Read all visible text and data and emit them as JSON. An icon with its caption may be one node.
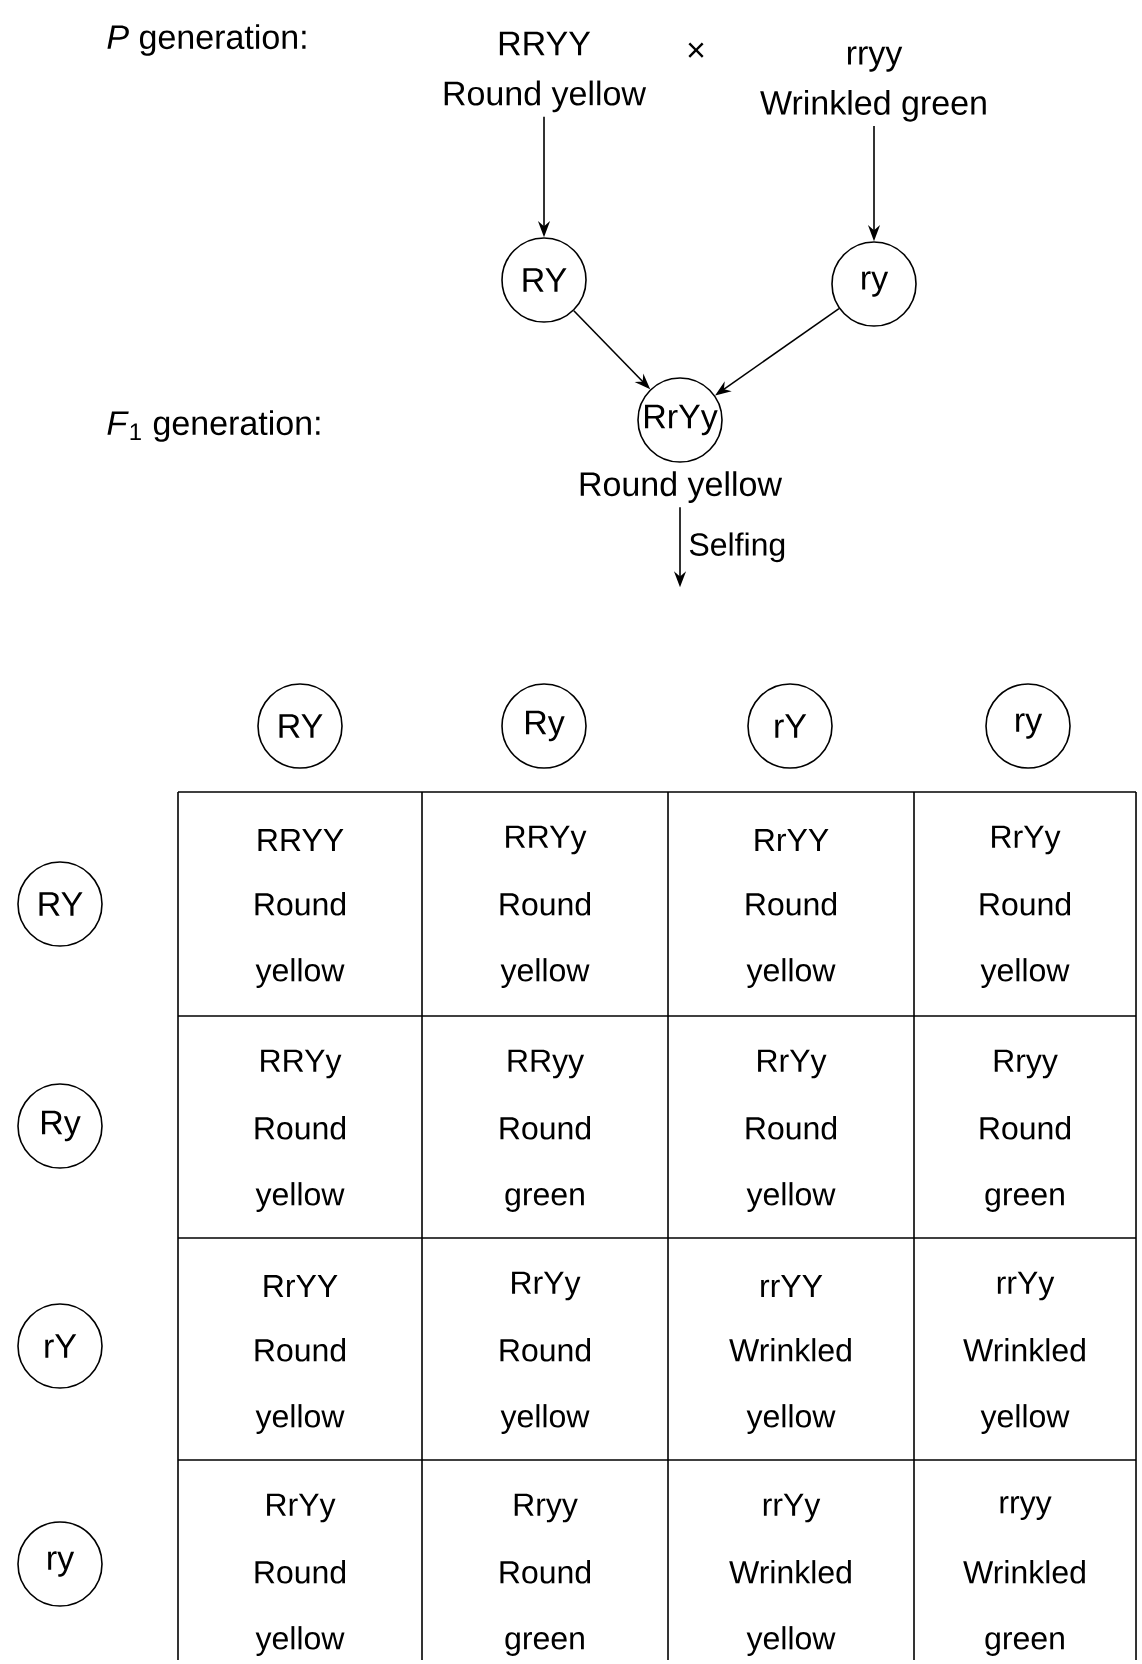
{
  "diagram": {
    "nodes": [
      {
        "text": [
          "RRYY",
          "Round yellow"
        ]
      },
      {
        "text": [
          "rryy",
          "Wrinkled green"
        ]
      },
      {
        "text": [
          "RY"
        ]
      },
      {
        "text": [
          "ry"
        ]
      },
      {
        "text": [
          "RrYy"
        ],
        "beside": [
          "Round yellow"
        ]
      },
      {
        "text": [
          "RY"
        ]
      },
      {
        "text": [
          "Ry"
        ]
      },
      {
        "text": [
          "rY"
        ]
      },
      {
        "text": [
          "ry"
        ]
      },
      {
        "text": [
          "RY"
        ]
      },
      {
        "text": [
          "Ry"
        ]
      },
      {
        "text": [
          "rY"
        ]
      },
      {
        "text": [
          "ry"
        ]
      }
    ],
    "edges": [
      {
        "from": 0,
        "to": 2,
        "arrow": "to"
      },
      {
        "from": 1,
        "to": 3,
        "arrow": "to"
      },
      {
        "from": 2,
        "to": 4,
        "arrow": "to"
      },
      {
        "from": 3,
        "to": 4,
        "arrow": "to"
      },
      {
        "from": 4,
        "to": null,
        "arrow": "to",
        "label": "Selfing"
      }
    ],
    "labels": [
      "*P* generation:",
      "×",
      "*F*$_{1}$ generation:",
      "RRYY",
      "Round yellow",
      "RRYy",
      "Round yellow",
      "RrYY",
      "Round yellow",
      "RrYy",
      "Round yellow",
      "RRYy",
      "Round yellow",
      "RRyy",
      "Round green",
      "RrYy",
      "Round yellow",
      "Rryy",
      "Round green",
      "RrYY",
      "Round yellow",
      "RrYy",
      "Round yellow",
      "rrYY",
      "Wrinkled yellow",
      "rrYy",
      "Wrinkled yellow",
      "RrYy",
      "Round yellow",
      "Rryy",
      "Round green",
      "rrYy",
      "Wrinkled yellow",
      "rryy",
      "Wrinkled green"
    ]
  }
}
